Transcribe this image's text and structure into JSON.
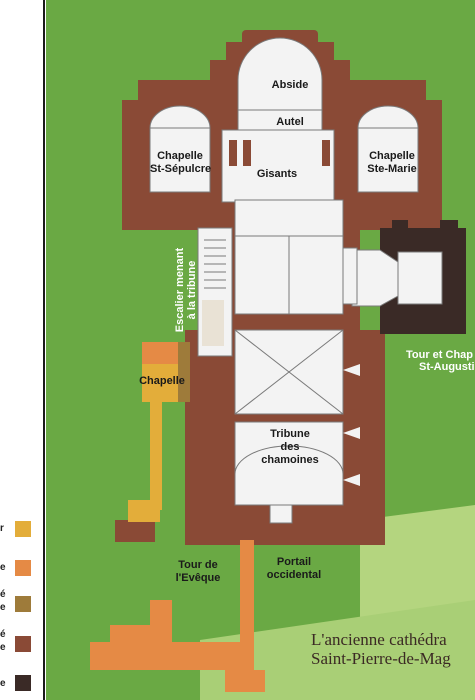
{
  "labels": {
    "abside": "Abside",
    "autel": "Autel",
    "gisants": "Gisants",
    "chapelle_st_sepulcre_1": "Chapelle",
    "chapelle_st_sepulcre_2": "St-Sépulcre",
    "chapelle_ste_marie_1": "Chapelle",
    "chapelle_ste_marie_2": "Ste-Marie",
    "escalier_1": "Escalier menant",
    "escalier_2": "à la tribune",
    "chapelle": "Chapelle",
    "tour_chapelle_1": "Tour et Chap",
    "tour_chapelle_2": "St-Augusti",
    "tribune_1": "Tribune",
    "tribune_2": "des",
    "tribune_3": "chamoines",
    "tour_eveque_1": "Tour de",
    "tour_eveque_2": "l'Evêque",
    "portail_1": "Portail",
    "portail_2": "occidental"
  },
  "title": {
    "line1": "L'ancienne cathédra",
    "line2": "Saint-Pierre-de-Mag"
  },
  "legend": [
    {
      "letter": "r",
      "color": "#e3ad3a"
    },
    {
      "letter": "e",
      "color": "#e58a45"
    },
    {
      "letter": "é",
      "letter2": "e",
      "color": "#9e7b3a"
    },
    {
      "letter": "é",
      "letter2": "e",
      "color": "#8a4a36"
    },
    {
      "letter": "e",
      "color": "#3a2a26"
    }
  ],
  "colors": {
    "green_dark": "#6aa944",
    "green_light": "#b4d57f",
    "brown_main": "#8a4a36",
    "brown_dark": "#3a2a26",
    "orange": "#e58a45",
    "yellow": "#e3ad3a",
    "interior": "#f3f3f3",
    "interior_line": "#7a7a7a"
  }
}
